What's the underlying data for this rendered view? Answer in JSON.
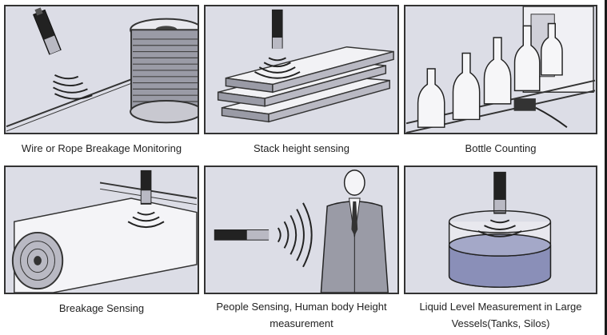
{
  "colors": {
    "panel_bg": "#dcdde6",
    "line": "#333333",
    "liquid": "#8a8fb8",
    "sensor_dark": "#222222",
    "sensor_light": "#b9b9c3"
  },
  "panels": [
    {
      "caption": "Wire or Rope Breakage Monitoring"
    },
    {
      "caption": "Stack height sensing"
    },
    {
      "caption": "Bottle Counting"
    },
    {
      "caption": "Breakage Sensing"
    },
    {
      "caption": "People Sensing, Human body Height measurement"
    },
    {
      "caption": "Liquid Level Measurement in Large Vessels(Tanks, Silos)"
    }
  ]
}
